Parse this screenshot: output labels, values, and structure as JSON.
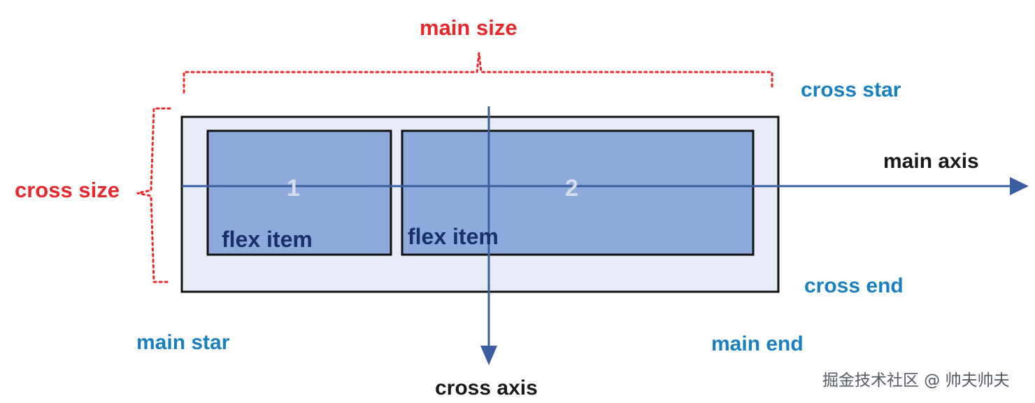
{
  "labels": {
    "main_size": "main size",
    "cross_size": "cross size",
    "cross_start": "cross star",
    "cross_end": "cross end",
    "main_start": "main star",
    "main_end": "main end",
    "main_axis": "main axis",
    "cross_axis": "cross axis"
  },
  "items": [
    {
      "number": "1",
      "label": "flex item"
    },
    {
      "number": "2",
      "label": "flex item"
    }
  ],
  "watermark": "掘金技术社区 @ 帅夫帅夫",
  "colors": {
    "size_annotation": "#e8282b",
    "edge_label": "#1a7fc0",
    "axis_line": "#3a5ea0",
    "container_fill": "#e7ecf7",
    "item_fill": "#8eaadc",
    "item_text": "#1b2f6b",
    "border": "#111111"
  }
}
